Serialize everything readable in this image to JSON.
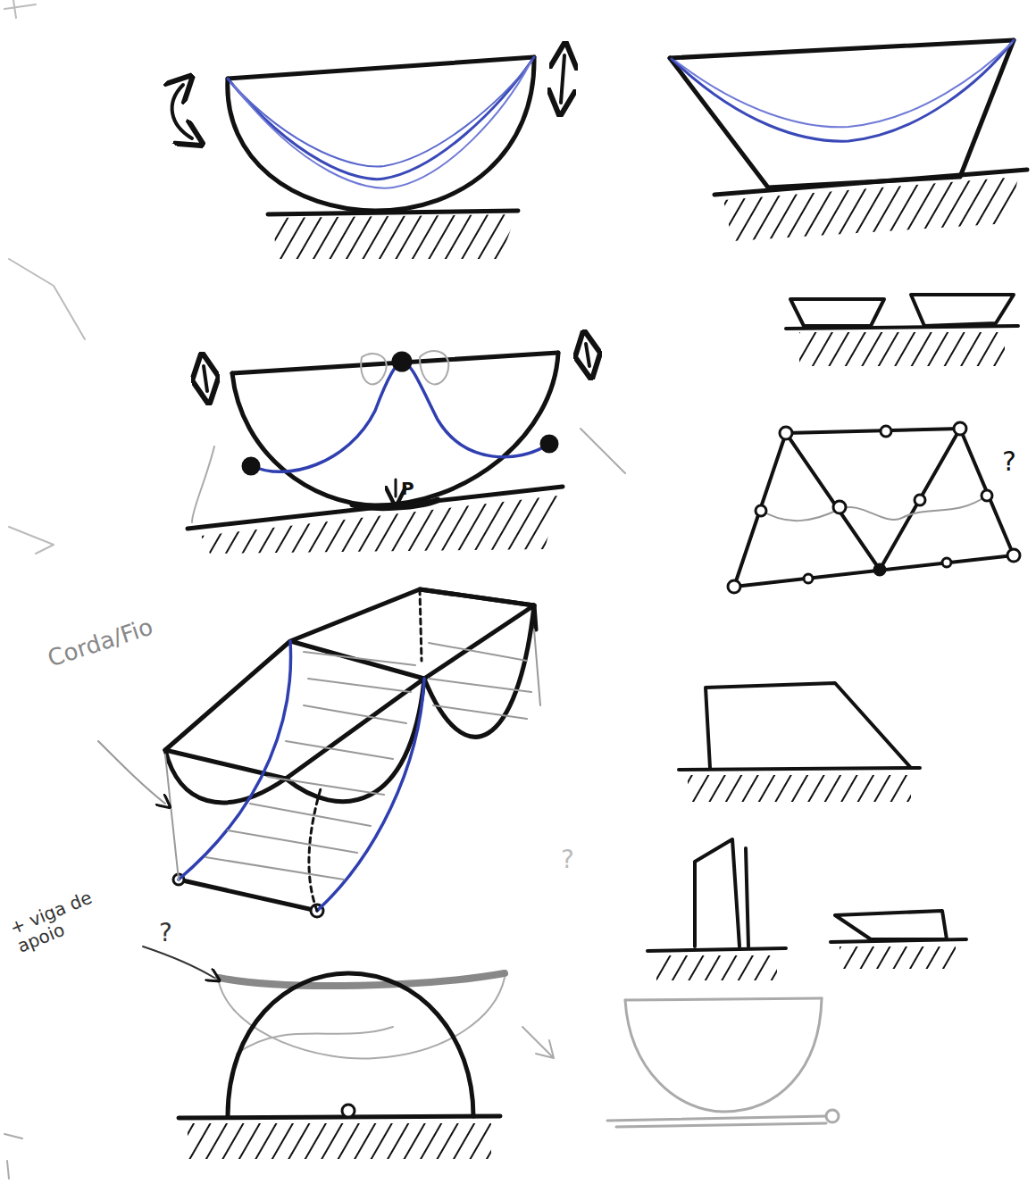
{
  "diagram": {
    "labels": [
      "P",
      "?",
      "Corda/Fio",
      "?",
      "+ viga de apoio",
      "?"
    ]
  }
}
